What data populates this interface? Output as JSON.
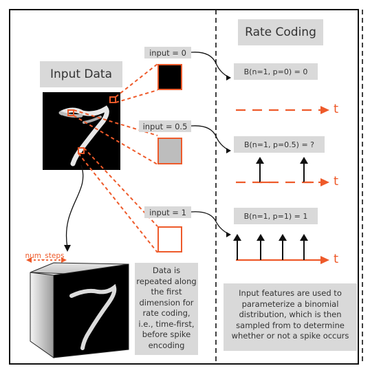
{
  "left_panel": {
    "title": "Input Data",
    "repeat_note": "Data is repeated along the first dimension for rate coding, i.e., time-first, before spike encoding",
    "num_steps_label": "num_steps"
  },
  "middle_panel": {
    "title": "Rate Coding",
    "inputs": [
      {
        "label": "input = 0",
        "formula": "B(n=1, p=0) = 0",
        "fill_color": "#000000"
      },
      {
        "label": "input = 0.5",
        "formula": "B(n=1, p=0.5) = ?",
        "fill_color": "#bdbdbd"
      },
      {
        "label": "input = 1",
        "formula": "B(n=1, p=1) = 1",
        "fill_color": "#ffffff"
      }
    ],
    "time_label": "t",
    "explanation": "Input features are used to parameterize a binomial distribution, which is then sampled from to determine whether or not a spike occurs"
  },
  "colors": {
    "accent": "#ee5a2a",
    "panel_gray": "#d9d9d9",
    "frame": "#111111"
  }
}
